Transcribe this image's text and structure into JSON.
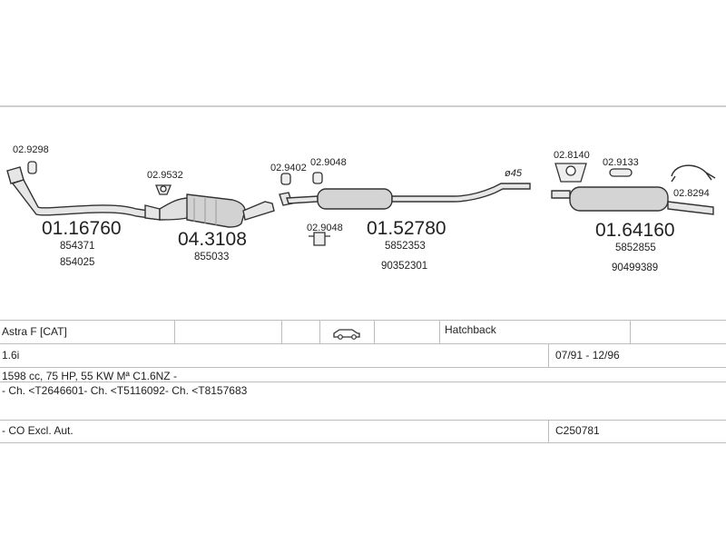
{
  "diagram": {
    "parts": [
      {
        "main_code": "01.16760",
        "refs": [
          "854371",
          "854025"
        ]
      },
      {
        "main_code": "04.3108",
        "refs": [
          "855033"
        ]
      },
      {
        "main_code": "01.52780",
        "refs": [
          "5852353",
          "90352301"
        ]
      },
      {
        "main_code": "01.64160",
        "refs": [
          "5852855",
          "90499389"
        ]
      }
    ],
    "accessories": [
      "02.9298",
      "02.9532",
      "02.9402",
      "02.9048",
      "02.9048",
      "02.8140",
      "02.9133",
      "02.8294"
    ],
    "pipe_note": "ø45"
  },
  "table": {
    "model": "Astra F  [CAT]",
    "body_type": "Hatchback",
    "engine": "1.6i",
    "period": "07/91 - 12/96",
    "spec": "1598 cc, 75 HP, 55 KW Mª C1.6NZ -",
    "chassis": "- Ch. <T2646601- Ch. <T5116092- Ch. <T8157683",
    "notes": "- CO Excl. Aut.",
    "catalog_code": "C250781"
  },
  "icons": [
    "car-icon"
  ]
}
